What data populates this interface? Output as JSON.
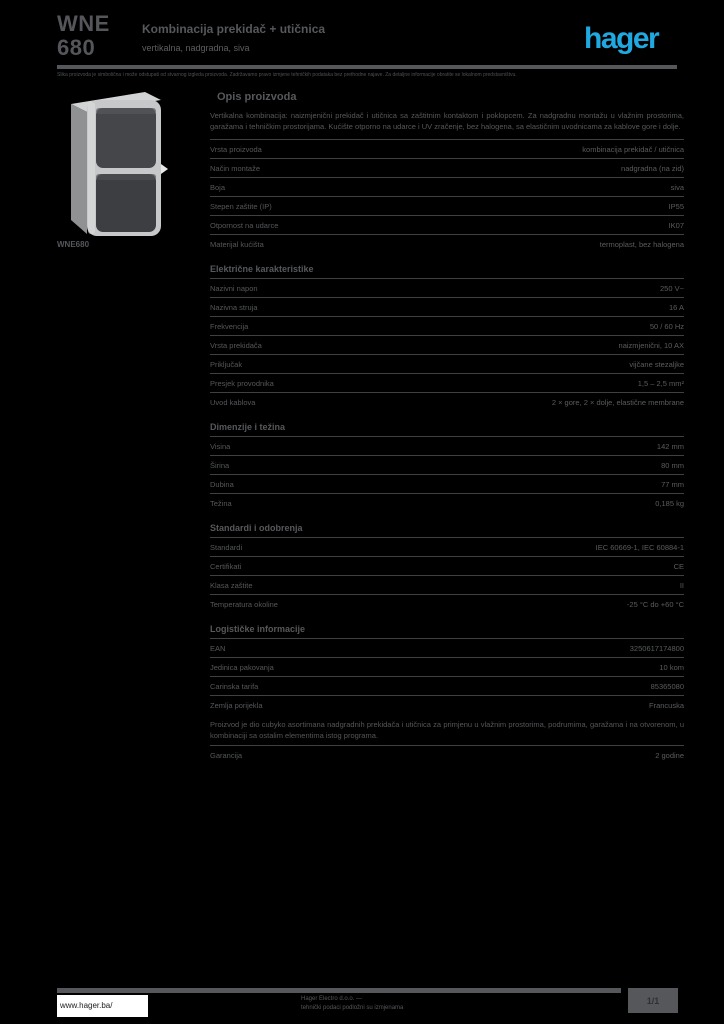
{
  "page": {
    "background": "#000000",
    "text_color": "#56585B",
    "accent_blue": "#1FA9E0"
  },
  "header": {
    "reference": "WNE 680",
    "title": "Kombinacija prekidač + utičnica",
    "subtitle": "vertikalna, nadgradna, siva",
    "logo_text": "hager"
  },
  "disclaimer": "Slika proizvoda je simbolična i može odstupati od stvarnog izgleda proizvoda. Zadržavamo pravo izmjene tehničkih podataka bez prethodne najave. Za detaljne informacije obratite se lokalnom predstavništvu.",
  "photo": {
    "icon": "product-photo-switch-socket-combo",
    "caption": "WNE680"
  },
  "sections": [
    {
      "heading": "Opis proizvoda",
      "paragraph": "Vertikalna kombinacija: naizmjenični prekidač i utičnica sa zaštitnim kontaktom i poklopcem. Za nadgradnu montažu u vlažnim prostorima, garažama i tehničkim prostorijama. Kućište otporno na udarce i UV zračenje, bez halogena, sa elastičnim uvodnicama za kablove gore i dolje.",
      "rows": [
        {
          "label": "Vrsta proizvoda",
          "value": "kombinacija prekidač / utičnica"
        },
        {
          "label": "Način montaže",
          "value": "nadgradna (na zid)"
        },
        {
          "label": "Boja",
          "value": "siva"
        },
        {
          "label": "Stepen zaštite (IP)",
          "value": "IP55"
        },
        {
          "label": "Otpornost na udarce",
          "value": "IK07"
        },
        {
          "label": "Materijal kućišta",
          "value": "termoplast, bez halogena"
        }
      ]
    },
    {
      "subheading": "Električne karakteristike",
      "rows": [
        {
          "label": "Nazivni napon",
          "value": "250 V~"
        },
        {
          "label": "Nazivna struja",
          "value": "16 A"
        },
        {
          "label": "Frekvencija",
          "value": "50 / 60 Hz"
        },
        {
          "label": "Vrsta prekidača",
          "value": "naizmjenični, 10 AX"
        },
        {
          "label": "Priključak",
          "value": "vijčane stezaljke"
        },
        {
          "label": "Presjek provodnika",
          "value": "1,5 – 2,5 mm²"
        },
        {
          "label": "Uvod kablova",
          "value": "2 × gore, 2 × dolje, elastične membrane"
        }
      ]
    },
    {
      "subheading": "Dimenzije i težina",
      "rows": [
        {
          "label": "Visina",
          "value": "142 mm"
        },
        {
          "label": "Širina",
          "value": "80 mm"
        },
        {
          "label": "Dubina",
          "value": "77 mm"
        },
        {
          "label": "Težina",
          "value": "0,185 kg"
        }
      ]
    },
    {
      "subheading": "Standardi i odobrenja",
      "rows": [
        {
          "label": "Standardi",
          "value": "IEC 60669-1, IEC 60884-1"
        },
        {
          "label": "Certifikati",
          "value": "CE"
        },
        {
          "label": "Klasa zaštite",
          "value": "II"
        },
        {
          "label": "Temperatura okoline",
          "value": "-25 °C do +60 °C"
        }
      ]
    },
    {
      "subheading": "Logističke informacije",
      "rows": [
        {
          "label": "EAN",
          "value": "3250617174800"
        },
        {
          "label": "Jedinica pakovanja",
          "value": "10 kom"
        },
        {
          "label": "Carinska tarifa",
          "value": "85365080"
        },
        {
          "label": "Zemlja porijekla",
          "value": "Francuska"
        }
      ],
      "note": "Proizvod je dio cubyko asortimana nadgradnih prekidača i utičnica za primjenu u vlažnim prostorima, podrumima, garažama i na otvorenom, u kombinaciji sa ostalim elementima istog programa."
    },
    {
      "rows": [
        {
          "label": "Garancija",
          "value": "2 godine"
        }
      ]
    }
  ],
  "footer": {
    "url": "www.hager.ba/",
    "center_line1": "Hager Electro d.o.o. —",
    "center_line2": "tehnički podaci podložni su izmjenama",
    "page": "1/1"
  }
}
